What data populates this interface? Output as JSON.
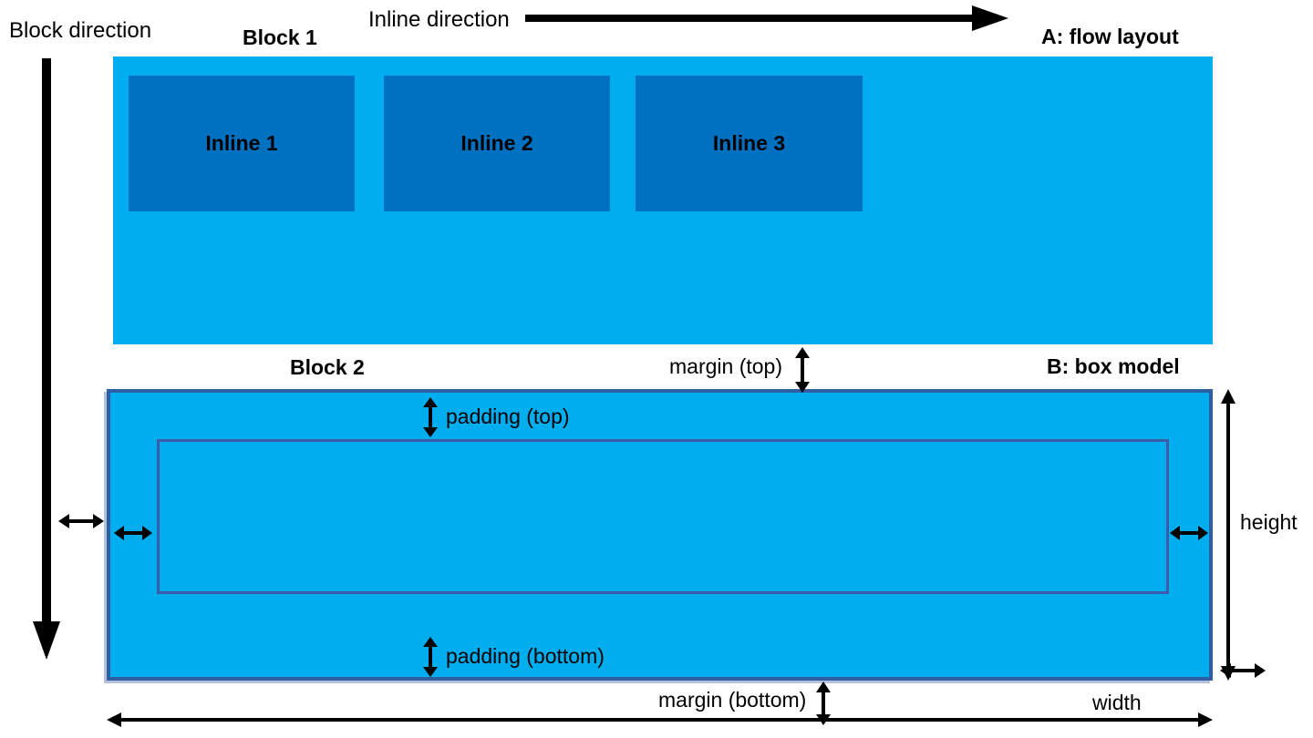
{
  "diagram": {
    "title_a": "A: flow layout",
    "title_b": "B: box model",
    "axes": {
      "block_direction": "Block direction",
      "inline_direction": "Inline direction"
    },
    "flow": {
      "block_label": "Block 1",
      "inline_boxes": [
        {
          "label": "Inline 1"
        },
        {
          "label": "Inline 2"
        },
        {
          "label": "Inline 3"
        }
      ]
    },
    "boxmodel": {
      "block_label": "Block 2",
      "margin_top": "margin (top)",
      "margin_bottom": "margin (bottom)",
      "padding_top": "padding (top)",
      "padding_bottom": "padding (bottom)",
      "height": "height",
      "width": "width"
    },
    "colors": {
      "light_blue": "#00ADEF",
      "dark_blue": "#0070C0",
      "navy_border": "#2E5FA3",
      "inner_border": "#3B5CA8",
      "arrow": "#000000",
      "background": "#FFFFFF"
    }
  }
}
